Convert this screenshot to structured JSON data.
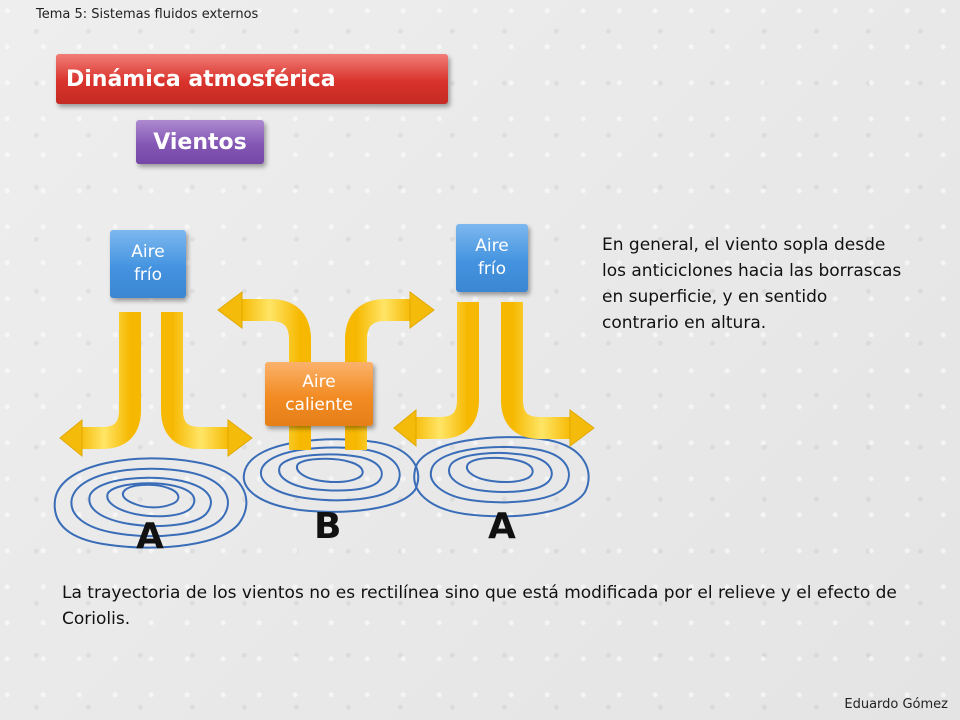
{
  "header": {
    "topic": "Tema 5: Sistemas fluidos externos"
  },
  "title": "Dinámica atmosférica",
  "subtitle": "Vientos",
  "boxes": {
    "cold_left": "Aire frío",
    "cold_right": "Aire frío",
    "warm": "Aire caliente"
  },
  "pressure_labels": {
    "left": "A",
    "center": "B",
    "right": "A"
  },
  "text_right": "En general, el viento sopla desde los anticiclones hacia las borrascas en superficie,  y en sentido contrario en altura.",
  "text_bottom": "La trayectoria de los vientos no es rectilínea sino que está modificada por el relieve y el efecto de Coriolis.",
  "footer": {
    "author": "Eduardo Gómez"
  },
  "colors": {
    "title_red": "#d9332c",
    "subtitle_purple": "#8457b5",
    "cold_blue": "#4493e0",
    "warm_orange": "#f28b22",
    "arrow_yellow": "#fcd116",
    "isobar_blue": "#3a6db8"
  }
}
